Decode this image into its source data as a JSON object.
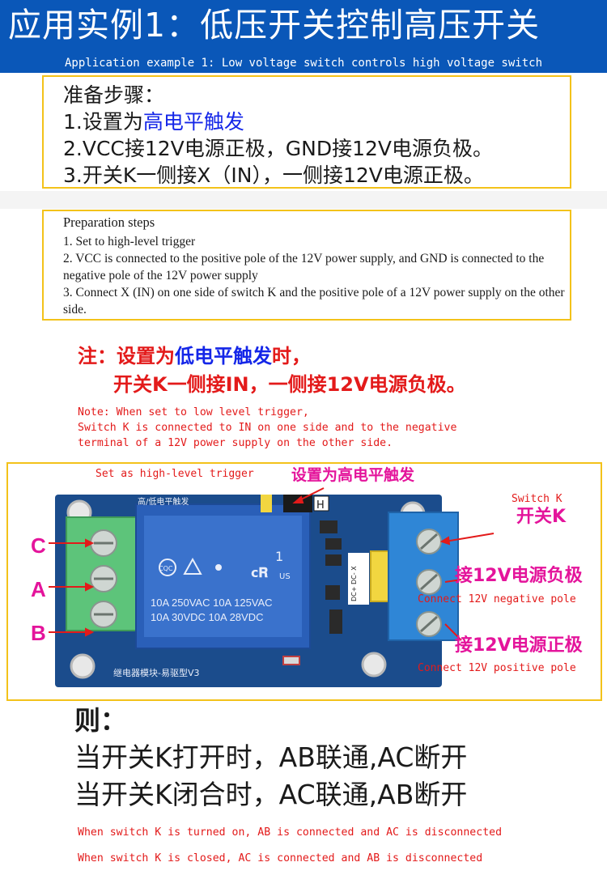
{
  "header": {
    "title": "应用实例1：低压开关控制高压开关",
    "subtitle": "Application example 1: Low voltage switch controls high voltage switch"
  },
  "steps_cn": {
    "heading": "准备步骤：",
    "step1_prefix": "1.设置为",
    "step1_highlight": "高电平触发",
    "step2": "2.VCC接12V电源正极，GND接12V电源负极。",
    "step3": "3.开关K一侧接X（IN），一侧接12V电源正极。"
  },
  "steps_en": {
    "heading": "Preparation steps",
    "step1": "1. Set to high-level trigger",
    "step2": "2. VCC is connected to the positive pole of the 12V power supply, and GND is connected to the negative pole of the 12V power supply",
    "step3": "3. Connect X (IN) on one side of switch K and the positive pole of a 12V power supply on the other side."
  },
  "note": {
    "cn_prefix": "注：设置为",
    "cn_highlight": "低电平触发",
    "cn_suffix": "时，",
    "cn_line2": "开关K一侧接IN，一侧接12V电源负极。",
    "en_line1": "Note: When set to low level trigger,",
    "en_line2": "Switch K is connected to IN on one side and to the negative",
    "en_line3": "terminal of a 12V power supply on the other side."
  },
  "diagram": {
    "pin_c": "C",
    "pin_a": "A",
    "pin_b": "B",
    "trigger_en": "Set as high-level trigger",
    "trigger_cn": "设置为高电平触发",
    "switch_en": "Switch K",
    "switch_cn": "开关K",
    "neg_cn": "接12V电源负极",
    "neg_en": "Connect 12V negative pole",
    "pos_cn": "接12V电源正极",
    "pos_en": "Connect 12V positive pole",
    "board_top_label": "高/低电平触发",
    "board_bottom_label": "继电器模块-易驱型V3",
    "jumper_h": "H",
    "header_label": "DC+ DC- X",
    "relay_brand": "CQC",
    "relay_num": "1",
    "relay_us": "US",
    "relay_r1": "10A 250VAC  10A 125VAC",
    "relay_r2": "10A  30VDC  10A  28VDC"
  },
  "result": {
    "heading": "则：",
    "line1": "当开关K打开时，AB联通,AC断开",
    "line2": "当开关K闭合时，AC联通,AB断开",
    "en_line1": "When switch K is turned on, AB is connected and AC is disconnected",
    "en_line2": "When switch K is closed, AC is connected and AB is disconnected"
  },
  "colors": {
    "header_bg": "#0a57b8",
    "border_gold": "#f3c21a",
    "highlight_blue": "#1426e8",
    "note_red": "#e31a1a",
    "label_magenta": "#e4149b",
    "pcb_blue": "#1b4c8c",
    "terminal_green": "#5dc47a",
    "terminal_blue": "#2f86d6"
  }
}
